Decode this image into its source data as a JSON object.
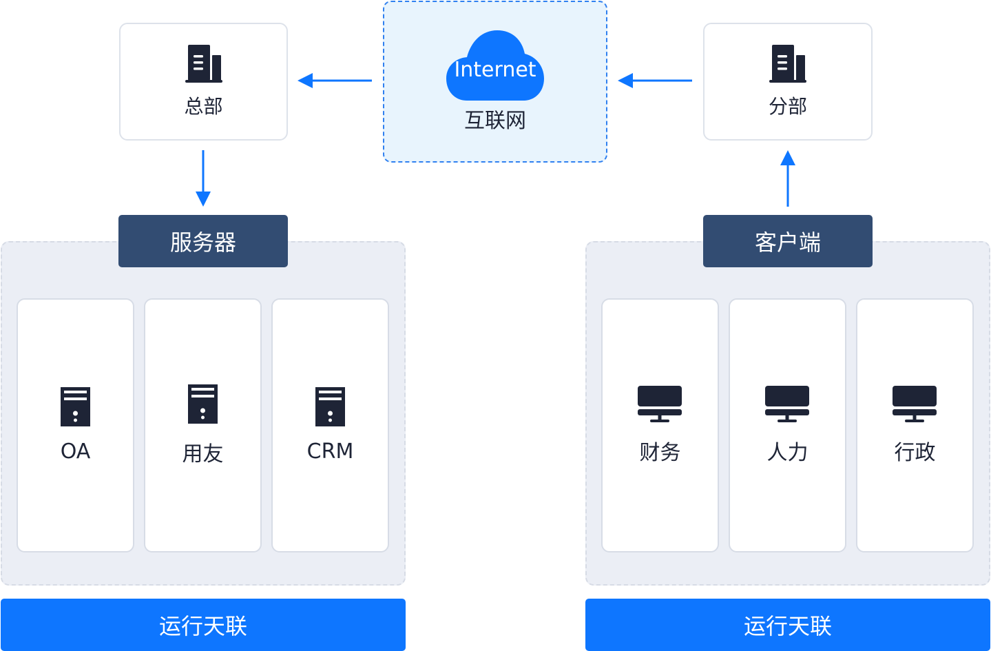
{
  "internet": {
    "cloud_text": "Internet",
    "label": "互联网"
  },
  "nodes": {
    "hq": {
      "label": "总部",
      "icon": "building-icon"
    },
    "branch": {
      "label": "分部",
      "icon": "building-icon"
    }
  },
  "groups": [
    {
      "title": "服务器",
      "items": [
        {
          "label": "OA",
          "icon": "server-icon"
        },
        {
          "label": "用友",
          "icon": "server-icon"
        },
        {
          "label": "CRM",
          "icon": "server-icon"
        }
      ],
      "footer": "运行天联"
    },
    {
      "title": "客户端",
      "items": [
        {
          "label": "财务",
          "icon": "monitor-icon"
        },
        {
          "label": "人力",
          "icon": "monitor-icon"
        },
        {
          "label": "行政",
          "icon": "monitor-icon"
        }
      ],
      "footer": "运行天联"
    }
  ],
  "colors": {
    "accent": "#0e76ff",
    "header": "#324c72",
    "icon": "#1e2436",
    "group_bg": "#ebeef5",
    "internet_bg": "#e8f4fd"
  }
}
